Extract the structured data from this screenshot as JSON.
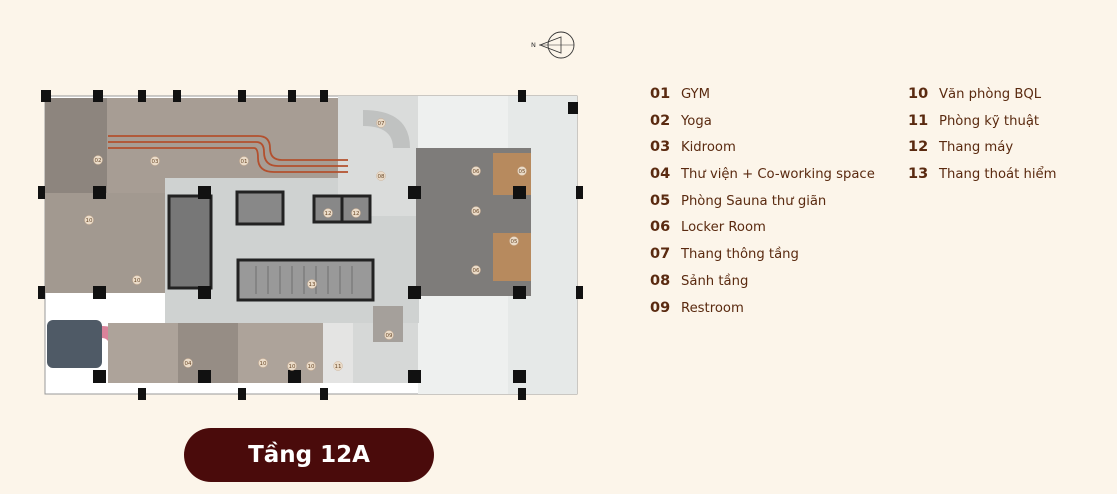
{
  "compass": {
    "label": "N"
  },
  "legend": {
    "columns": [
      [
        {
          "num": "01",
          "label": "GYM"
        },
        {
          "num": "02",
          "label": "Yoga"
        },
        {
          "num": "03",
          "label": "Kidroom"
        },
        {
          "num": "04",
          "label": "Thư viện + Co-working space"
        },
        {
          "num": "05",
          "label": "Phòng Sauna thư giãn"
        },
        {
          "num": "06",
          "label": "Locker Room"
        },
        {
          "num": "07",
          "label": "Thang thông tầng"
        },
        {
          "num": "08",
          "label": "Sảnh tầng"
        },
        {
          "num": "09",
          "label": "Restroom"
        }
      ],
      [
        {
          "num": "10",
          "label": "Văn phòng BQL"
        },
        {
          "num": "11",
          "label": "Phòng kỹ thuật"
        },
        {
          "num": "12",
          "label": "Thang máy"
        },
        {
          "num": "13",
          "label": "Thang thoát hiểm"
        }
      ]
    ]
  },
  "plan": {
    "room_labels": [
      "02",
      "03",
      "01",
      "07",
      "08",
      "06",
      "05",
      "06",
      "05",
      "06",
      "10",
      "10",
      "12",
      "12",
      "13",
      "09",
      "04",
      "10",
      "10",
      "10",
      "11"
    ]
  },
  "floor_button": {
    "label": "Tầng 12A"
  },
  "colors": {
    "background": "#fcf5ea",
    "accent": "#4a0b0b",
    "legend_text": "#5a2a10",
    "track": "#b3502e"
  }
}
